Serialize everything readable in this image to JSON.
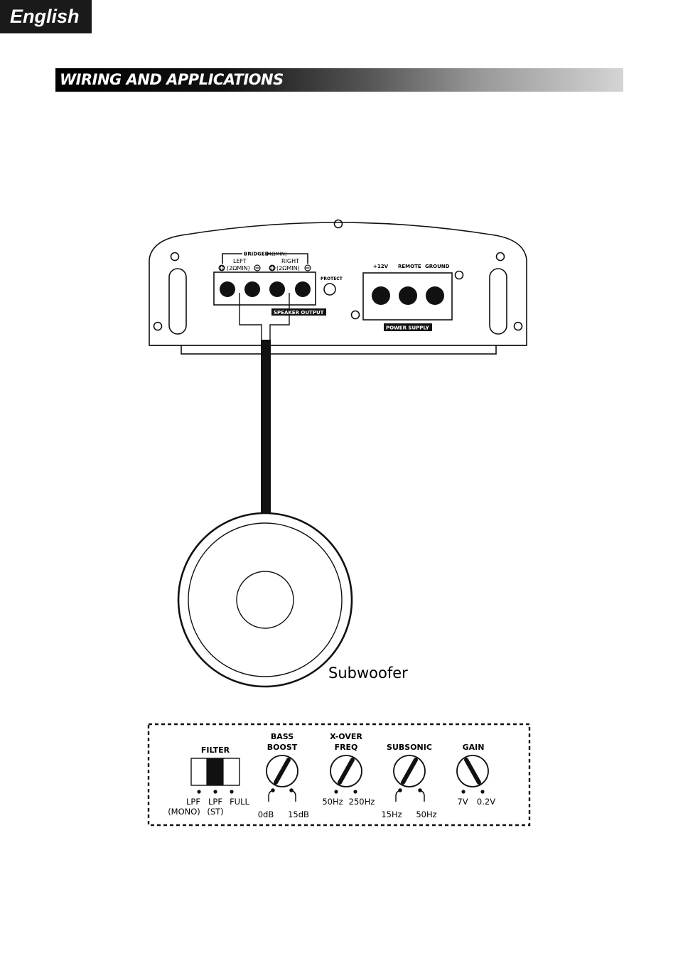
{
  "header": {
    "language_tab": "English"
  },
  "section": {
    "title": "Wiring and Applications"
  },
  "amplifier": {
    "bridged_label": "BRIDGED",
    "bridged_min": "(4ΩMIN)",
    "left_label": "LEFT",
    "left_min": "(2ΩMIN)",
    "right_label": "RIGHT",
    "right_min": "(2ΩMIN)",
    "protect_label": "PROTECT",
    "speaker_output_label": "SPEAKER OUTPUT",
    "power_labels": {
      "plus12v": "+12V",
      "remote": "REMOTE",
      "ground": "GROUND"
    },
    "power_supply_label": "POWER SUPPLY"
  },
  "speaker": {
    "label": "Subwoofer"
  },
  "controls": {
    "filter": {
      "title": "FILTER",
      "opt1_a": "LPF",
      "opt1_b": "(MONO)",
      "opt2_a": "LPF",
      "opt2_b": "(ST)",
      "opt3": "FULL"
    },
    "bass_boost": {
      "title_1": "BASS",
      "title_2": "BOOST",
      "min": "0dB",
      "max": "15dB"
    },
    "xover": {
      "title_1": "X-OVER",
      "title_2": "FREQ",
      "min": "50Hz",
      "max": "250Hz"
    },
    "subsonic": {
      "title": "SUBSONIC",
      "min": "15Hz",
      "max": "50Hz"
    },
    "gain": {
      "title": "GAIN",
      "min": "7V",
      "max": "0.2V"
    }
  }
}
